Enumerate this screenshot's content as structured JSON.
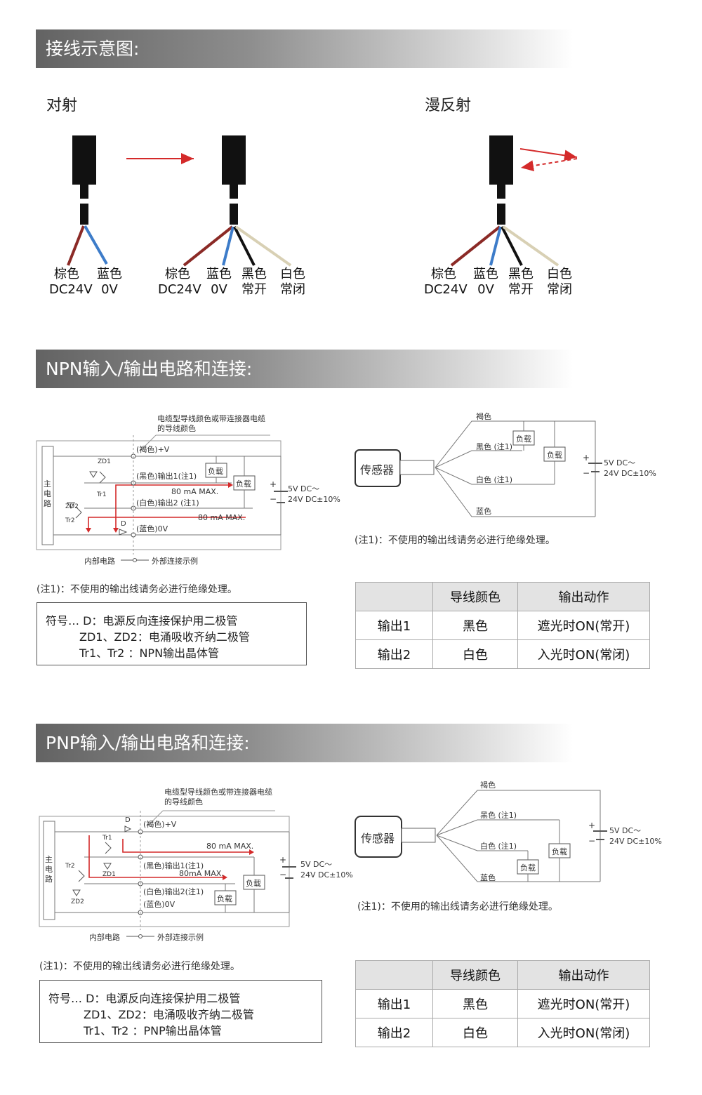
{
  "sections": {
    "wiring_title": "接线示意图:",
    "npn_title": "NPN输入/输出电路和连接:",
    "pnp_title": "PNP输入/输出电路和连接:"
  },
  "wiring": {
    "through_beam": "对射",
    "diffuse": "漫反射",
    "wires": {
      "brown": "棕色",
      "brown_v": "DC24V",
      "blue": "蓝色",
      "blue_v": "0V",
      "black": "黑色",
      "black_v": "常开",
      "white": "白色",
      "white_v": "常闭"
    },
    "colors": {
      "brown": "#8b2a26",
      "blue": "#3d7cc9",
      "black": "#111111",
      "white": "#d8d0b4",
      "arrow": "#d42a2a"
    }
  },
  "circuit": {
    "cable_note": "电缆型导线颜色或带连接器电缆",
    "cable_note2": "的导线颜色",
    "main_circuit": "主电路",
    "brown_v": "(褐色)+V",
    "black_out1": "(黑色)输出1(注1)",
    "white_out2_npn": "(白色)输出2 (注1)",
    "white_out2_pnp": "(白色)输出2(注1)",
    "blue_0v": "(蓝色)0V",
    "max_current": "80 mA  MAX.",
    "max_current2": "80mA  MAX.",
    "load": "负载",
    "internal": "内部电路",
    "external": "外部连接示例",
    "power1": "5V DC～",
    "power2": "24V DC±10%",
    "zd1": "ZD1",
    "zd2": "ZD2",
    "tr1": "Tr1",
    "tr2": "Tr2",
    "d": "D",
    "plus": "+",
    "minus": "−",
    "sensor": "传感器",
    "w_brown": "褐色",
    "w_black": "黑色 (注1)",
    "w_white": "白色 (注1)",
    "w_blue": "蓝色",
    "note_unused": "(注1)：不使用的输出线请务必进行绝缘处理。"
  },
  "npn_symbols": {
    "line1": "符号… D：电源反向连接保护用二极管",
    "line2": "ZD1、ZD2：电涌吸收齐纳二极管",
    "line3": "Tr1、Tr2 ：NPN输出晶体管"
  },
  "pnp_symbols": {
    "line1": "符号… D：电源反向连接保护用二极管",
    "line2": "ZD1、ZD2：电涌吸收齐纳二极管",
    "line3": "Tr1、Tr2 ：PNP输出晶体管"
  },
  "output_table": {
    "headers": [
      "",
      "导线颜色",
      "输出动作"
    ],
    "rows": [
      [
        "输出1",
        "黑色",
        "遮光时ON(常开)"
      ],
      [
        "输出2",
        "白色",
        "入光时ON(常闭)"
      ]
    ]
  }
}
